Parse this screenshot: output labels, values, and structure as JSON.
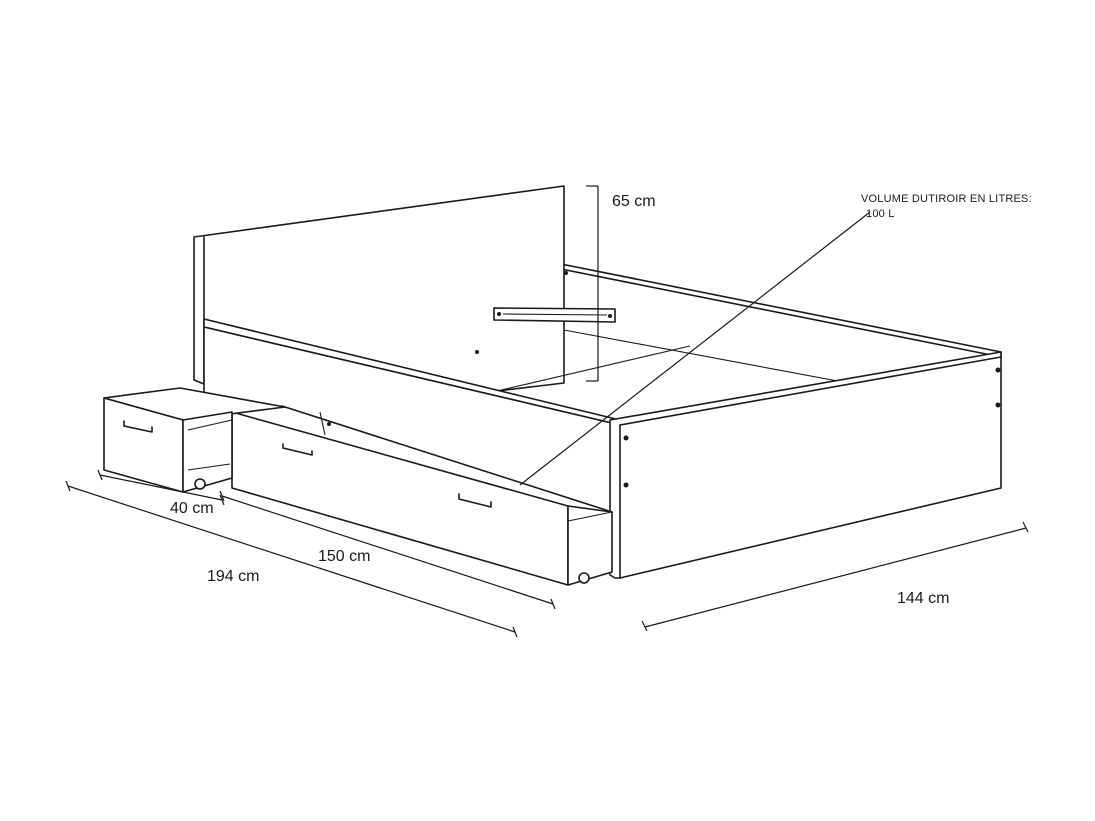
{
  "dimensions": {
    "headboard_height": "65 cm",
    "nightstand_width": "40 cm",
    "drawer_length": "150 cm",
    "total_length": "194 cm",
    "total_width": "144 cm"
  },
  "drawer_volume": {
    "label": "VOLUME DUTIROIR EN LITRES:",
    "value": "100 L"
  },
  "colors": {
    "line": "#1a1a1a",
    "background": "#ffffff"
  }
}
